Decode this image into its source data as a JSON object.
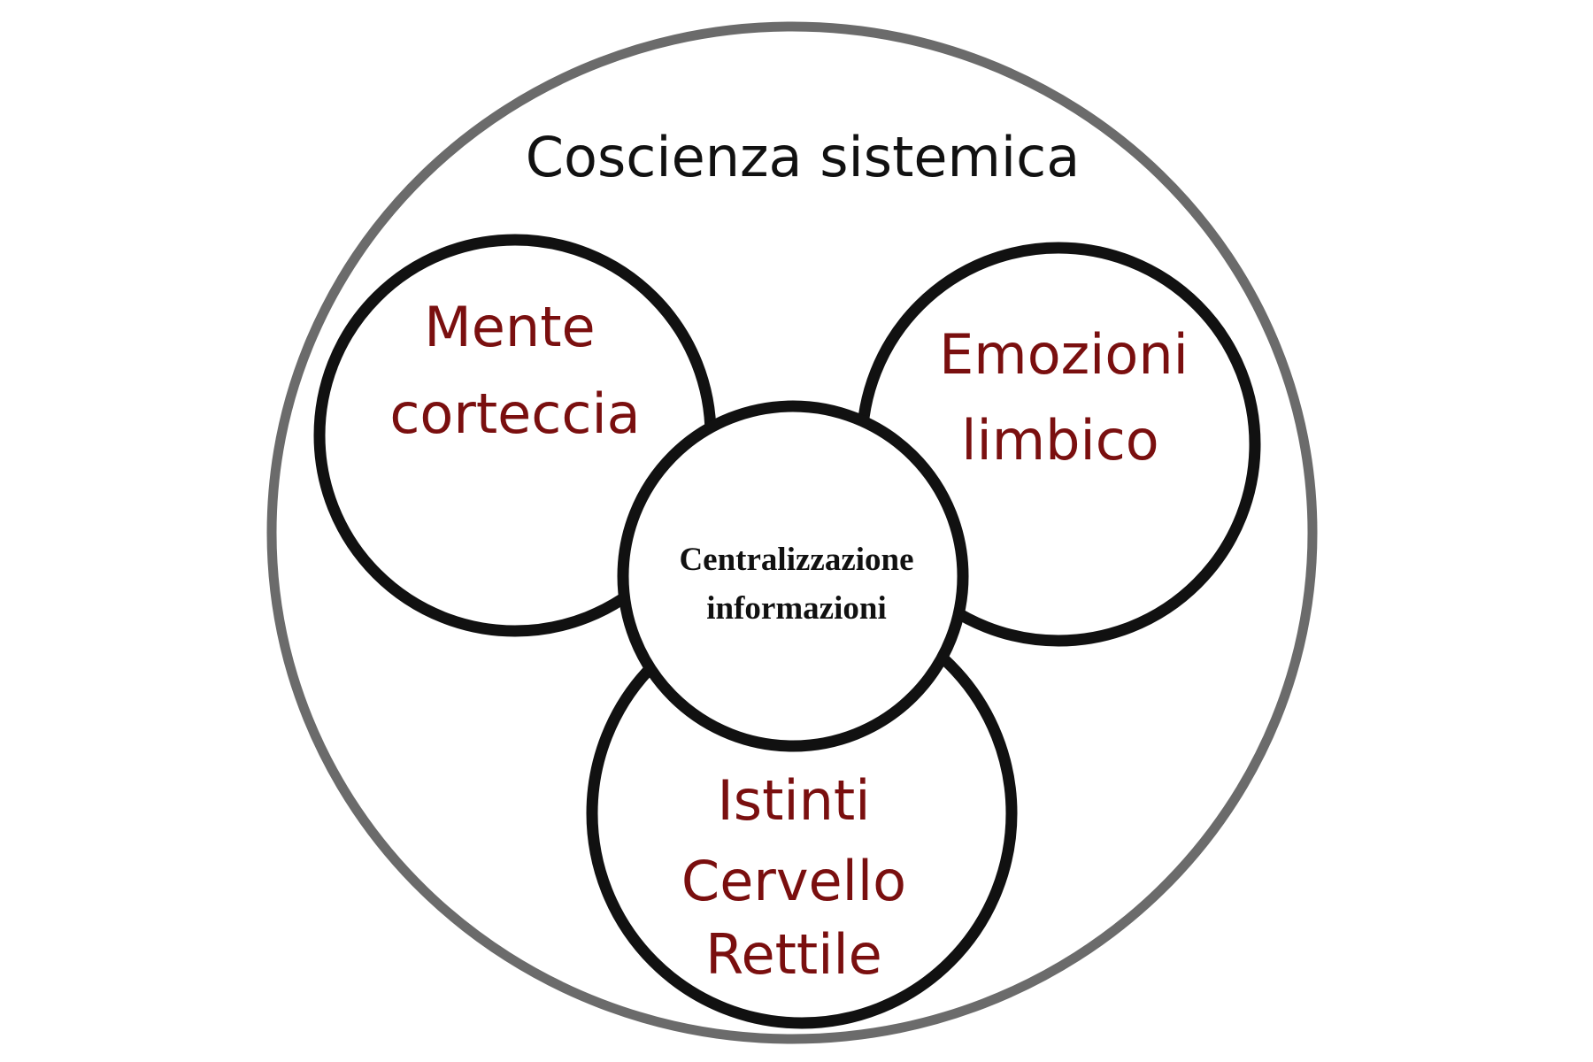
{
  "diagram": {
    "outer_label": "Coscienza sistemica",
    "lobes": [
      {
        "id": "mente",
        "lines": [
          "Mente",
          "corteccia"
        ]
      },
      {
        "id": "emozioni",
        "lines": [
          "Emozioni",
          "limbico"
        ]
      },
      {
        "id": "istinti",
        "lines": [
          "Istinti",
          "Cervello",
          "Rettile"
        ]
      }
    ],
    "center": {
      "lines": [
        "Centralizzazione",
        "informazioni"
      ]
    }
  },
  "colors": {
    "outer_ring": "#6b6b6b",
    "circle_stroke": "#111111",
    "lobe_text": "#7a0f0f",
    "title_text": "#111111"
  }
}
